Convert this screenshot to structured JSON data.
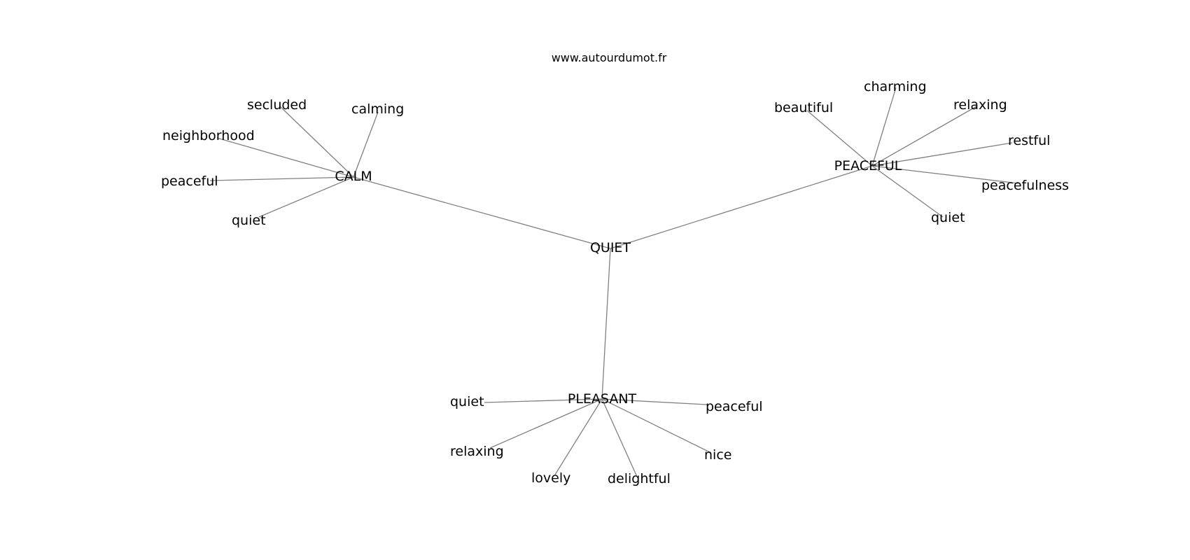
{
  "source_credit": "www.autourdumot.fr",
  "graph": {
    "root": "QUIET",
    "clusters": [
      {
        "hub": "CALM",
        "leaves": [
          "calming",
          "secluded",
          "neighborhood",
          "peaceful",
          "quiet"
        ]
      },
      {
        "hub": "PEACEFUL",
        "leaves": [
          "beautiful",
          "charming",
          "relaxing",
          "restful",
          "peacefulness",
          "quiet"
        ]
      },
      {
        "hub": "PLEASANT",
        "leaves": [
          "quiet",
          "relaxing",
          "lovely",
          "delightful",
          "nice",
          "peaceful"
        ]
      }
    ]
  }
}
